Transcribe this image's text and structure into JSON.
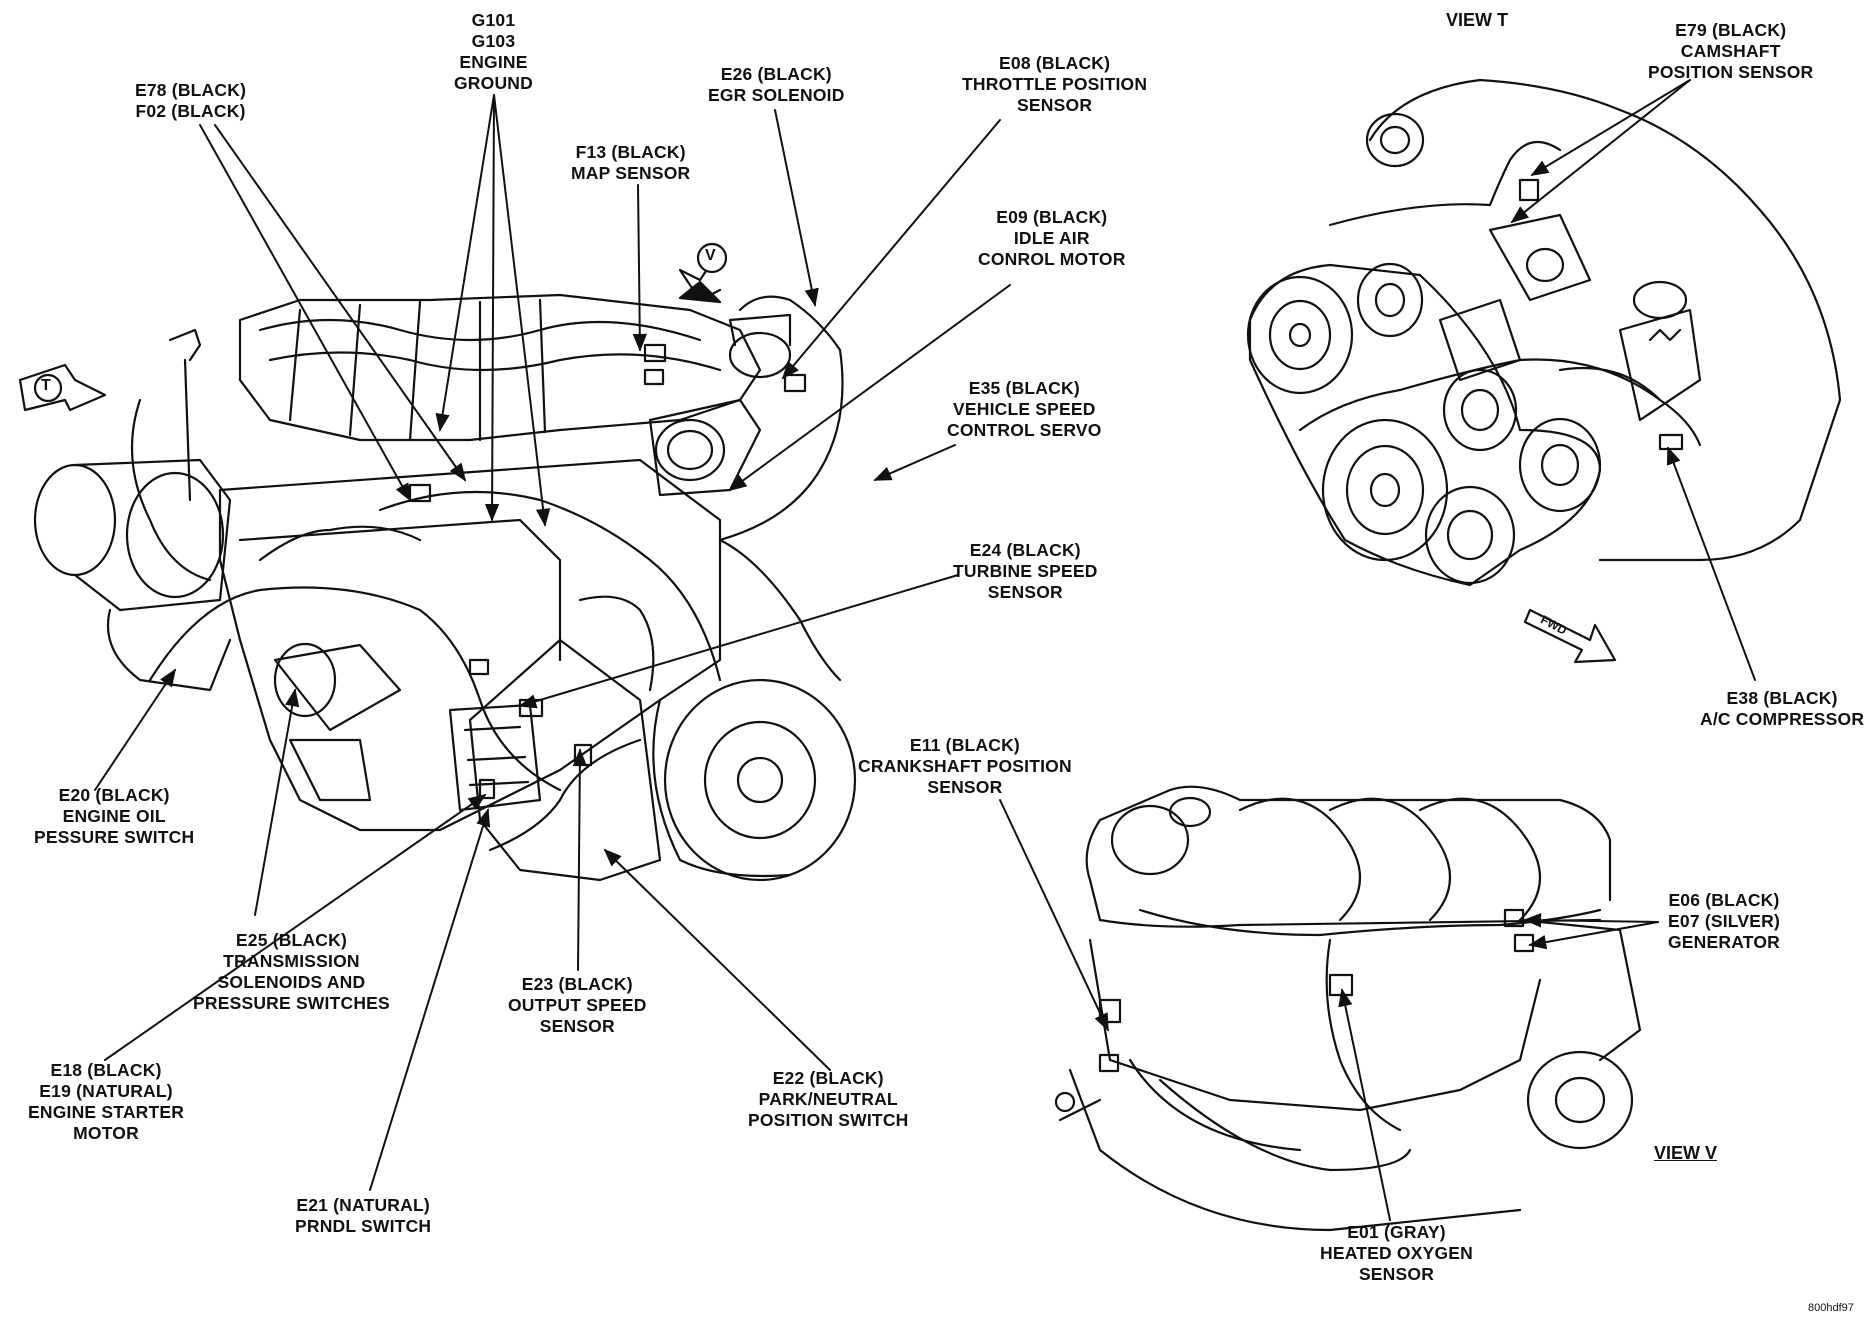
{
  "callouts": {
    "g101": [
      "G101",
      "G103",
      "ENGINE",
      "GROUND"
    ],
    "e78": [
      "E78 (BLACK)",
      "F02 (BLACK)"
    ],
    "e26": [
      "E26 (BLACK)",
      "EGR SOLENOID"
    ],
    "e08": [
      "E08 (BLACK)",
      "THROTTLE POSITION",
      "SENSOR"
    ],
    "f13": [
      "F13 (BLACK)",
      "MAP SENSOR"
    ],
    "e09": [
      "E09 (BLACK)",
      "IDLE AIR",
      "CONROL MOTOR"
    ],
    "e35": [
      "E35 (BLACK)",
      "VEHICLE SPEED",
      "CONTROL SERVO"
    ],
    "e24": [
      "E24 (BLACK)",
      "TURBINE SPEED",
      "SENSOR"
    ],
    "e20": [
      "E20 (BLACK)",
      "ENGINE OIL",
      "PESSURE SWITCH"
    ],
    "e25": [
      "E25 (BLACK)",
      "TRANSMISSION",
      "SOLENOIDS AND",
      "PRESSURE SWITCHES"
    ],
    "e23": [
      "E23 (BLACK)",
      "OUTPUT SPEED",
      "SENSOR"
    ],
    "e18": [
      "E18 (BLACK)",
      "E19 (NATURAL)",
      "ENGINE STARTER",
      "MOTOR"
    ],
    "e22": [
      "E22 (BLACK)",
      "PARK/NEUTRAL",
      "POSITION SWITCH"
    ],
    "e21": [
      "E21 (NATURAL)",
      "PRNDL SWITCH"
    ],
    "e79": [
      "E79 (BLACK)",
      "CAMSHAFT",
      "POSITION SENSOR"
    ],
    "e38": [
      "E38 (BLACK)",
      "A/C COMPRESSOR"
    ],
    "e11": [
      "E11 (BLACK)",
      "CRANKSHAFT POSITION",
      "SENSOR"
    ],
    "e06": [
      "E06 (BLACK)",
      "E07 (SILVER)",
      "GENERATOR"
    ],
    "e01": [
      "E01 (GRAY)",
      "HEATED OXYGEN",
      "SENSOR"
    ]
  },
  "views": {
    "view_t_title": "VIEW T",
    "view_v_title": "VIEW V",
    "indicator_t": "T",
    "indicator_v": "V",
    "fwd": "FWD"
  },
  "figure_code": "800hdf97"
}
